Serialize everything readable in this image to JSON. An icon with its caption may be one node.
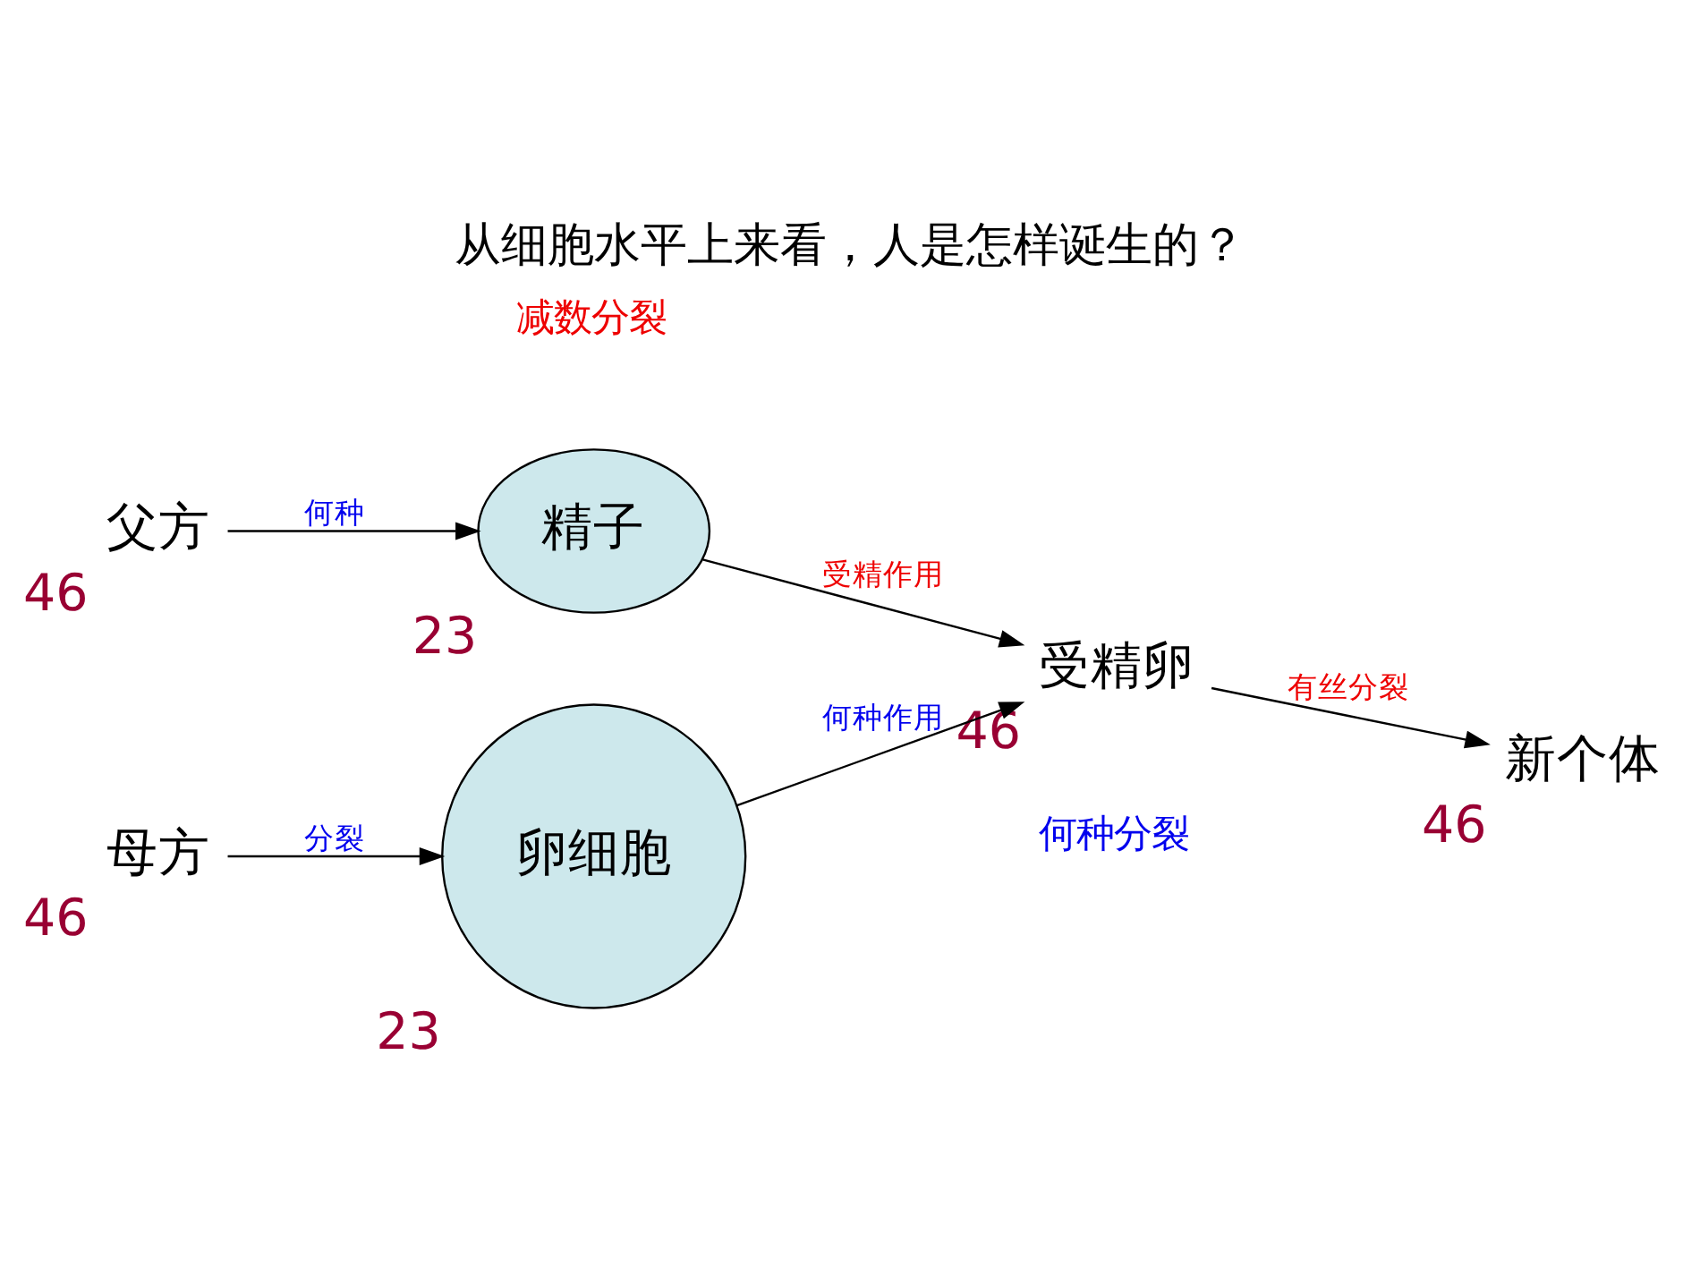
{
  "diagram": {
    "title": "从细胞水平上来看，人是怎样诞生的？",
    "nodes": [
      {
        "text": [
          "父方"
        ],
        "beside": [
          "46"
        ]
      },
      {
        "text": [
          "精子"
        ],
        "beside": [
          "23"
        ]
      },
      {
        "text": [
          "母方"
        ],
        "beside": [
          "46"
        ]
      },
      {
        "text": [
          "卵细胞"
        ],
        "beside": [
          "23"
        ]
      },
      {
        "text": [
          "受精卵"
        ],
        "beside": [
          "46"
        ]
      },
      {
        "text": [
          "新个体"
        ],
        "beside": [
          "46"
        ]
      }
    ],
    "edges": [
      {
        "from": 0,
        "to": 1,
        "arrow": "to",
        "label": "何种"
      },
      {
        "from": 2,
        "to": 3,
        "arrow": "to",
        "label": "分裂"
      },
      {
        "from": 1,
        "to": 4,
        "arrow": "to",
        "label": "受精作用"
      },
      {
        "from": 3,
        "to": 4,
        "arrow": "to",
        "label": "何种作用"
      },
      {
        "from": 4,
        "to": 5,
        "arrow": "to",
        "label": "有丝分裂"
      }
    ],
    "labels": [
      "减数分裂",
      "何种分裂"
    ]
  }
}
